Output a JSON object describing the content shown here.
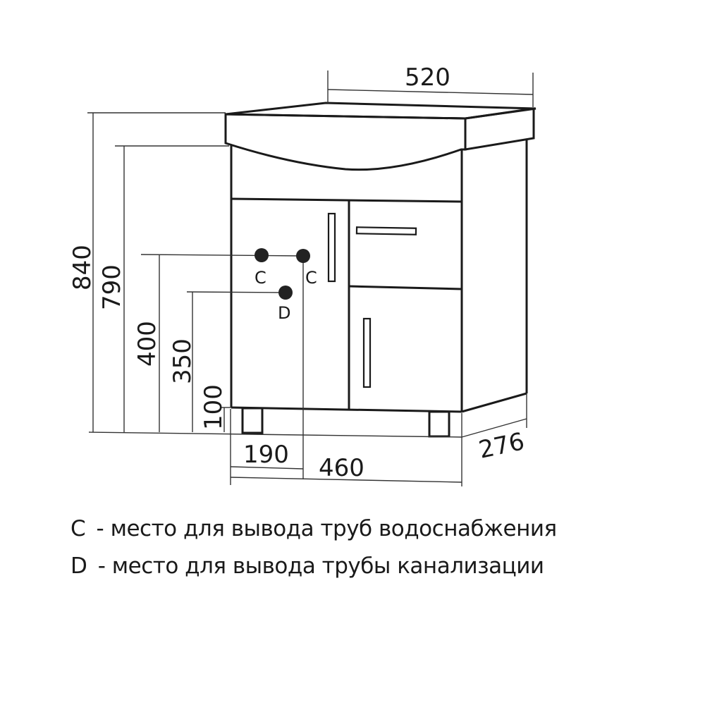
{
  "dimensions": {
    "basin_width": "520",
    "total_height": "840",
    "cabinet_height": "790",
    "water_pipe_height": "400",
    "drain_pipe_height": "350",
    "leg_height": "100",
    "pipe_offset": "190",
    "cabinet_width": "460",
    "cabinet_depth": "276"
  },
  "points": {
    "c_left": "C",
    "c_right": "C",
    "d": "D"
  },
  "legend": [
    {
      "key": "C",
      "separator": "-",
      "text": "место для вывода труб водоснабжения"
    },
    {
      "key": "D",
      "separator": "-",
      "text": "место для вывода трубы канализации"
    }
  ],
  "colors": {
    "line": "#1a1a1a",
    "background": "#ffffff",
    "point_fill": "#222222"
  }
}
